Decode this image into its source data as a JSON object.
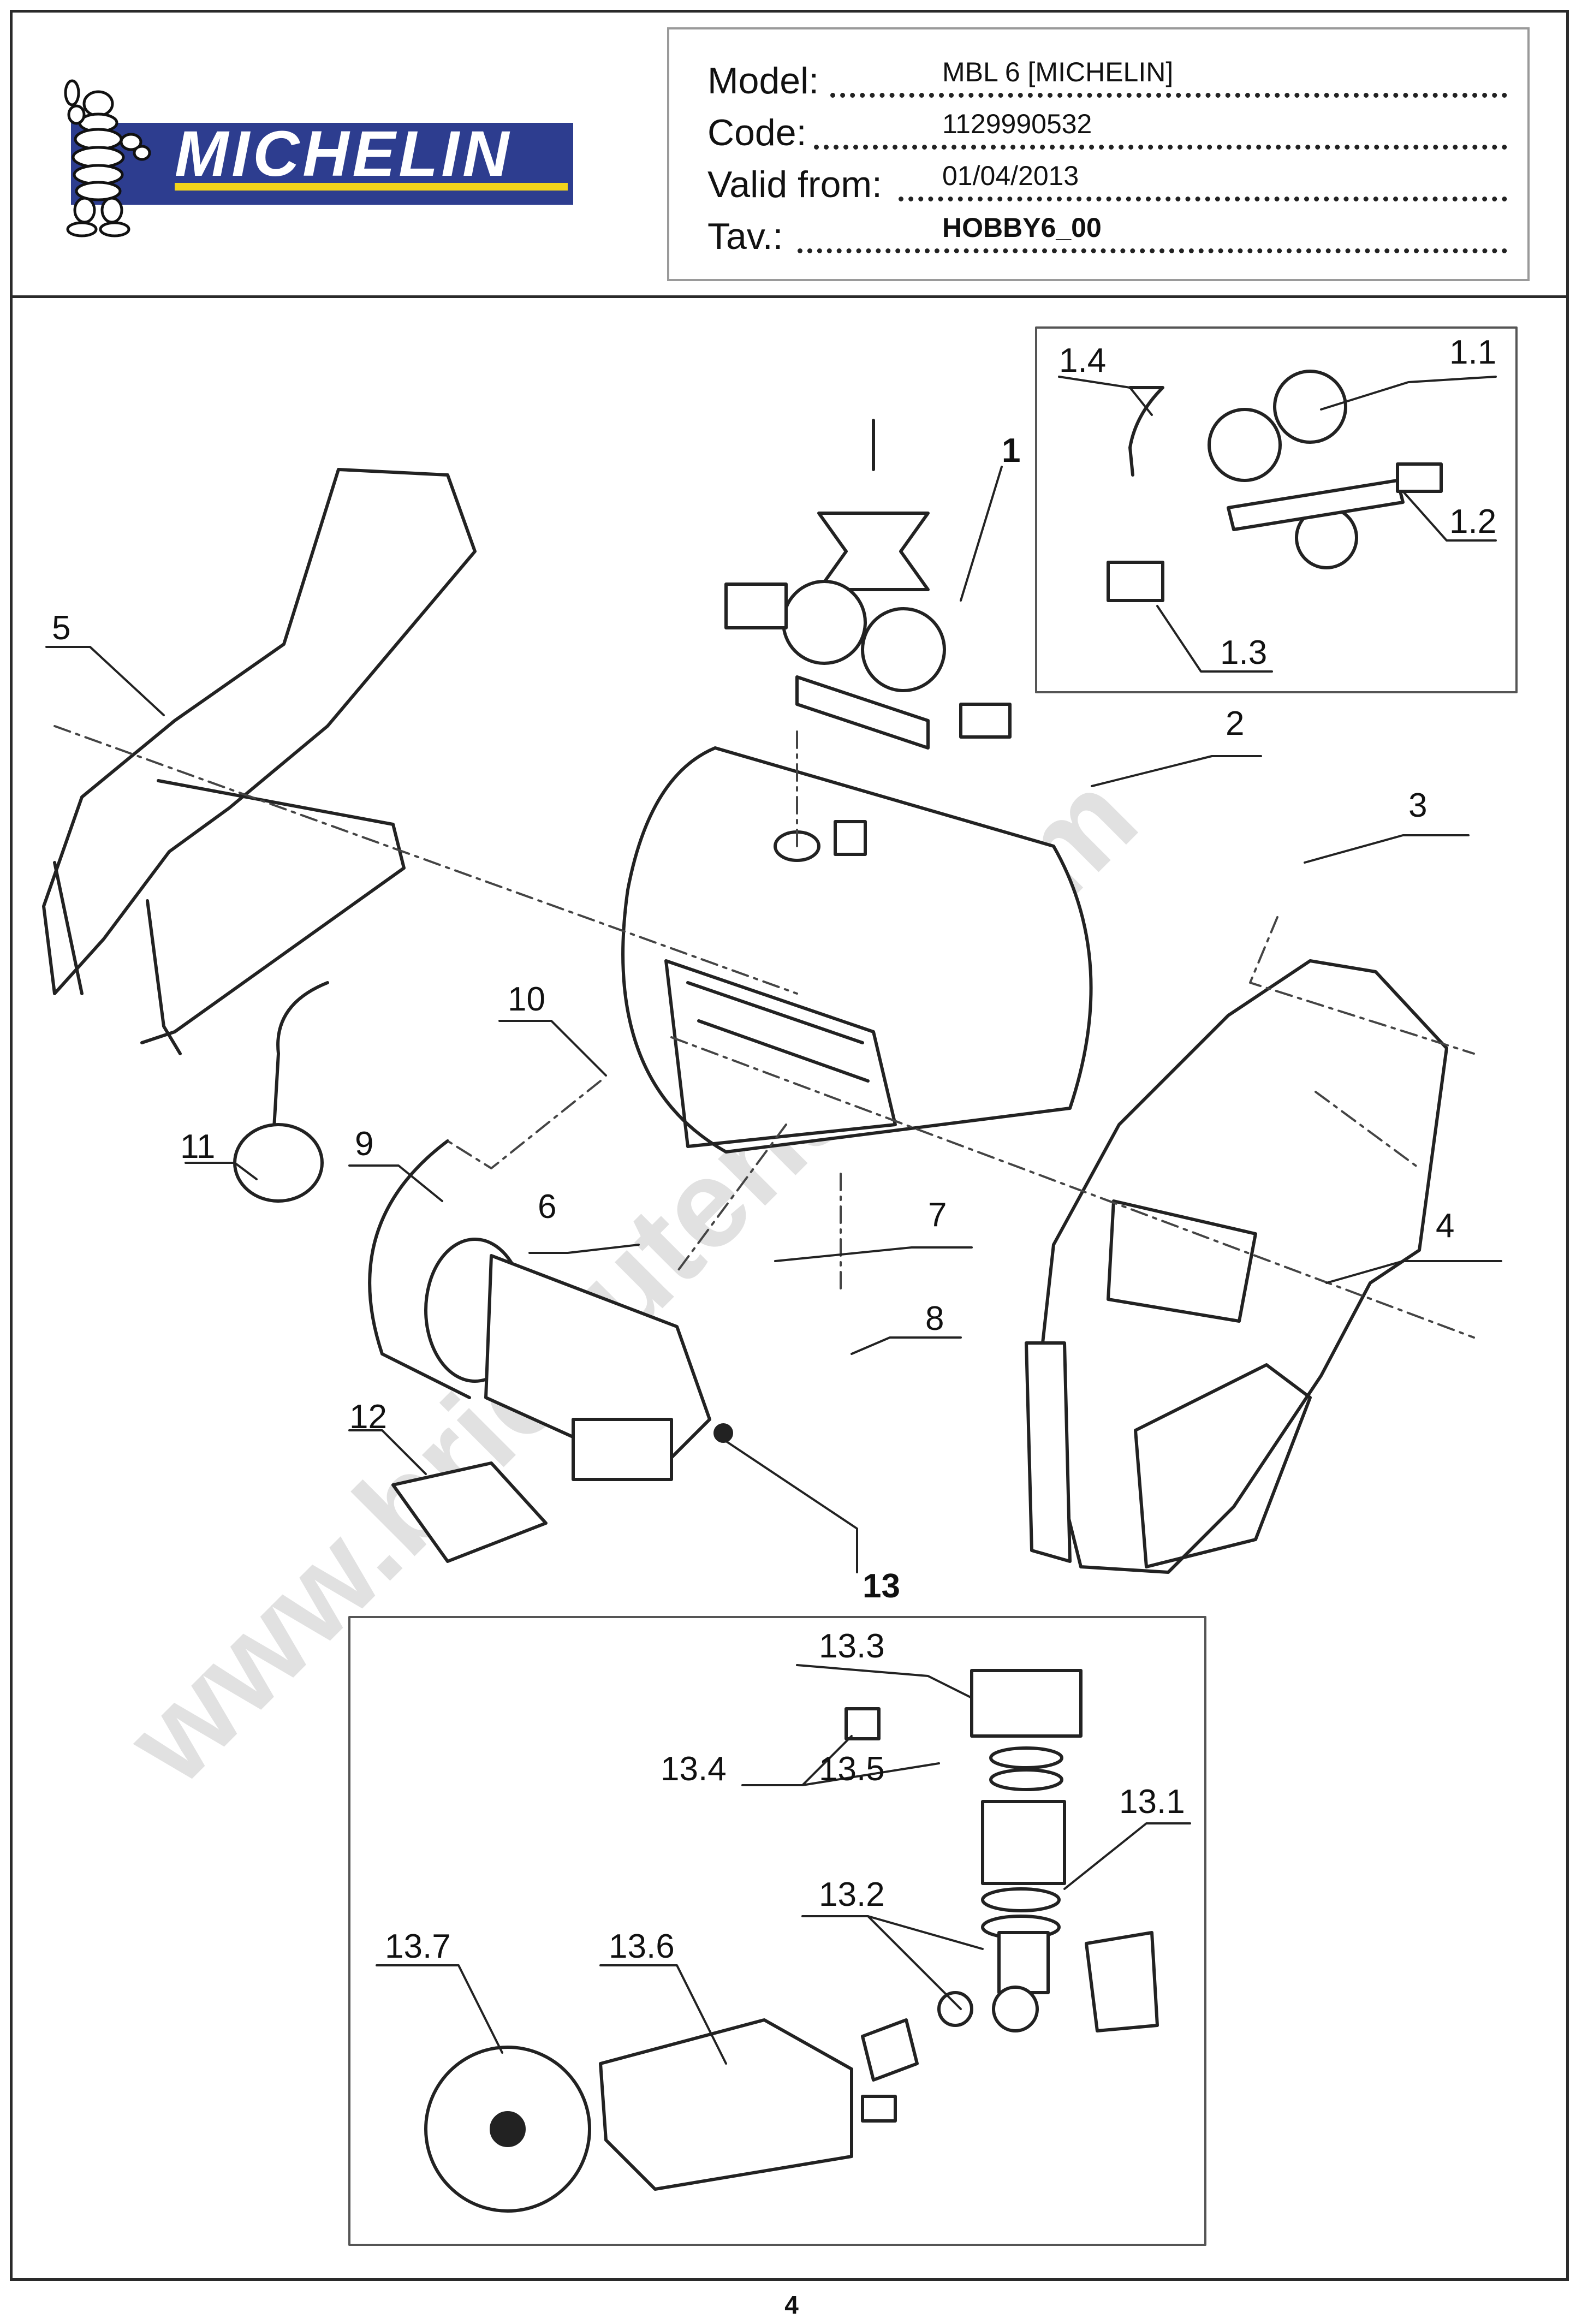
{
  "brand": {
    "logo_text": "MICHELIN",
    "accent": "#2d3d8f",
    "stripe": "#f2d31b"
  },
  "info": {
    "model_label": "Model:",
    "model_value": "MBL 6 [MICHELIN]",
    "code_label": "Code:",
    "code_value": "1129990532",
    "valid_label": "Valid from:",
    "valid_value": "01/04/2013",
    "tav_label": "Tav.:",
    "tav_value": "HOBBY6_00"
  },
  "parts": {
    "p1": "1",
    "p1_1": "1.1",
    "p1_2": "1.2",
    "p1_3": "1.3",
    "p1_4": "1.4",
    "p2": "2",
    "p3": "3",
    "p4": "4",
    "p5": "5",
    "p6": "6",
    "p7": "7",
    "p8": "8",
    "p9": "9",
    "p10": "10",
    "p11": "11",
    "p12": "12",
    "p13": "13",
    "p13_1": "13.1",
    "p13_2": "13.2",
    "p13_3": "13.3",
    "p13_4": "13.4",
    "p13_5": "13.5",
    "p13_6": "13.6",
    "p13_7": "13.7"
  },
  "watermark": "www.bricoutensili.com",
  "page_number": "4"
}
